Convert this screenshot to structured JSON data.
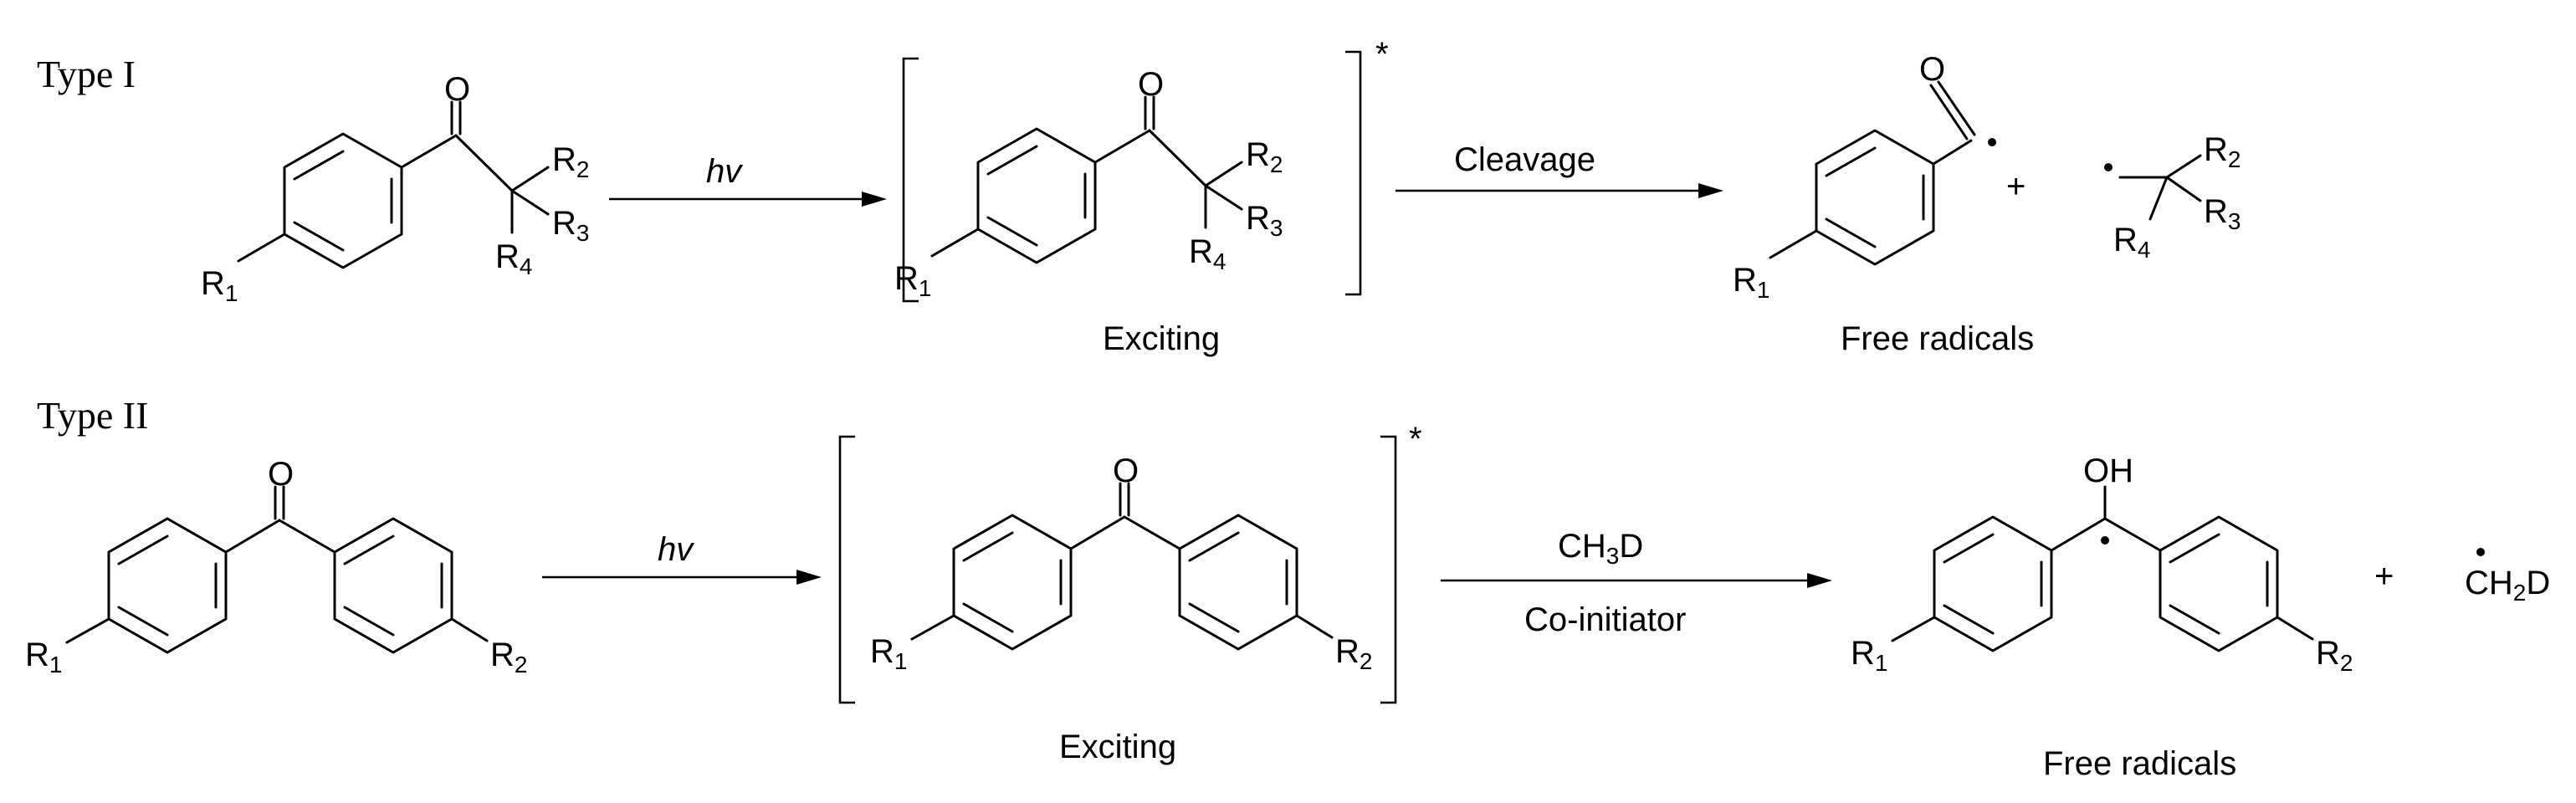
{
  "sections": {
    "type1": "Type I",
    "type2": "Type II"
  },
  "arrows": {
    "hv": "hv",
    "cleavage": "Cleavage",
    "co_initiator": "Co-initiator"
  },
  "reagent": {
    "main": "CH",
    "sub1": "3",
    "tail": "D"
  },
  "captions": {
    "exciting": "Exciting",
    "free_radicals": "Free radicals"
  },
  "symbols": {
    "plus": "+",
    "star": "*",
    "oxygen": "O",
    "hydroxyl": "OH",
    "R": "R",
    "n1": "1",
    "n2": "2",
    "n3": "3",
    "n4": "4"
  },
  "methyl_radical": {
    "main": "CH",
    "sub": "2",
    "tail": "D"
  }
}
